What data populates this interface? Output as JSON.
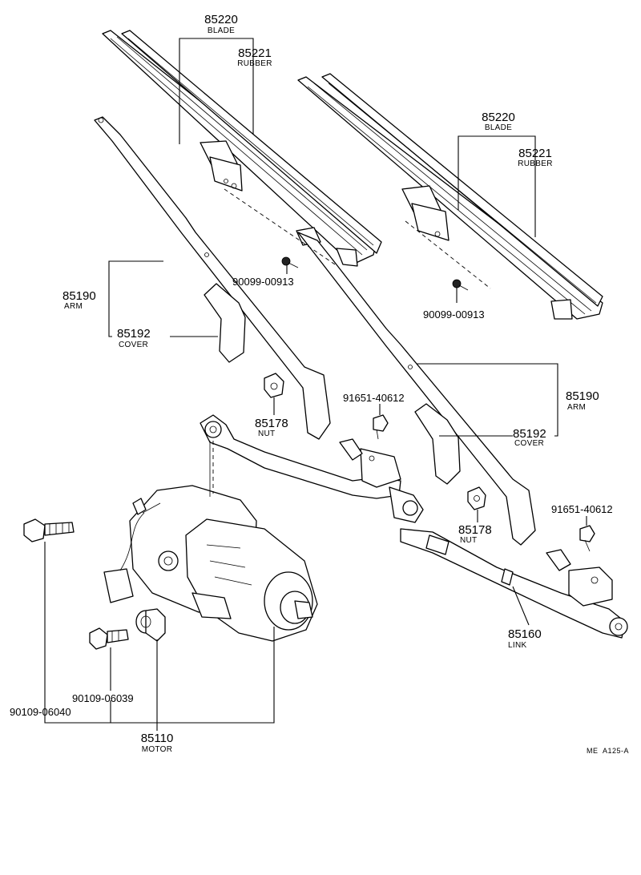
{
  "parts": {
    "blade_left": {
      "number": "85220",
      "name": "BLADE"
    },
    "rubber_left": {
      "number": "85221",
      "name": "RUBBER"
    },
    "blade_right": {
      "number": "85220",
      "name": "BLADE"
    },
    "rubber_right": {
      "number": "85221",
      "name": "RUBBER"
    },
    "arm_left": {
      "number": "85190",
      "name": "ARM"
    },
    "cover_left": {
      "number": "85192",
      "name": "COVER"
    },
    "arm_right": {
      "number": "85190",
      "name": "ARM"
    },
    "cover_right": {
      "number": "85192",
      "name": "COVER"
    },
    "screw_left": {
      "number": "90099-00913"
    },
    "screw_right": {
      "number": "90099-00913"
    },
    "nut_left": {
      "number": "85178",
      "name": "NUT"
    },
    "nut_right": {
      "number": "85178",
      "name": "NUT"
    },
    "bolt_pivot_left": {
      "number": "91651-40612"
    },
    "bolt_pivot_right": {
      "number": "91651-40612"
    },
    "bolt_motor_a": {
      "number": "90109-06040"
    },
    "bolt_motor_b": {
      "number": "90109-06039"
    },
    "motor": {
      "number": "85110",
      "name": "MOTOR"
    },
    "link": {
      "number": "85160",
      "name": "LINK"
    }
  },
  "figure_code": "ME  A125-A"
}
